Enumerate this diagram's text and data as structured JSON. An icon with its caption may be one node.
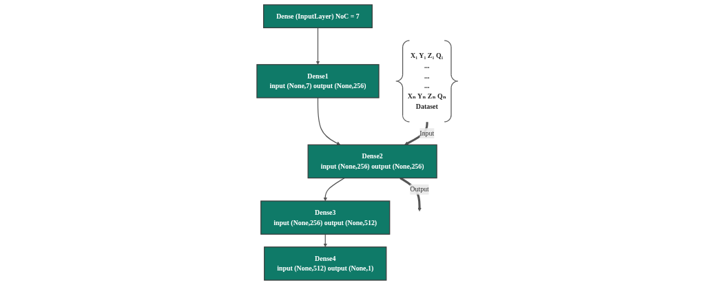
{
  "diagram": {
    "nodes": [
      {
        "text": [
          "X₁ Y₁ Z₁ Q₁",
          "...",
          "...",
          "...",
          "Xₙ Yₙ Zₙ Qₙ",
          "Dataset"
        ]
      },
      {
        "text": [
          "Dense (InputLayer) NoC = 7"
        ]
      },
      {
        "text": [
          "Dense1",
          "input (None,7) output (None,256)"
        ]
      },
      {
        "text": [
          "Dense2",
          "input (None,256) output (None,256)"
        ]
      },
      {
        "text": [
          "Dense3",
          "input (None,256) output (None,512)"
        ]
      },
      {
        "text": [
          "Dense4",
          "input (None,512) output (None,1)"
        ]
      }
    ],
    "edges": [
      {
        "from": 1,
        "to": 2,
        "arrow": "to"
      },
      {
        "from": 2,
        "to": 3,
        "arrow": "to"
      },
      {
        "from": 3,
        "to": 4,
        "arrow": "to"
      },
      {
        "from": 4,
        "to": 5,
        "arrow": "to"
      },
      {
        "from": 0,
        "to": 3,
        "arrow": "to",
        "label": "Input",
        "style": "thick"
      },
      {
        "from": 3,
        "to": null,
        "arrow": "to",
        "label": "Output",
        "style": "thick"
      }
    ]
  }
}
